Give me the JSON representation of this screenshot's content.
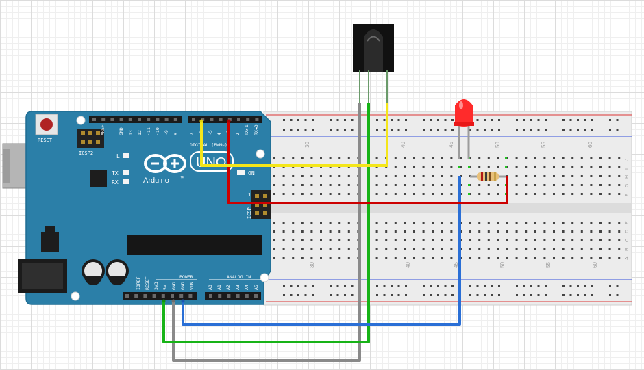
{
  "arduino": {
    "logo_text": "Arduino",
    "trademark": "™",
    "uno_text": "UNO",
    "reset_label": "RESET",
    "icsp2_label": "ICSP2",
    "icsp_label": "ICSP",
    "led_l_label": "L",
    "tx_label": "TX",
    "rx_label": "RX",
    "on_label": "ON",
    "icsp_pin1_label": "1",
    "digital_label": "DIGITAL (PWM~)",
    "power_label": "POWER",
    "analog_label": "ANALOG IN",
    "top_pin_labels": [
      "AREF",
      "GND",
      "13",
      "12",
      "~11",
      "~10",
      "~9",
      "8",
      "7",
      "~6",
      "~5",
      "4",
      "~3",
      "2",
      "TX►1",
      "RX◄0"
    ],
    "power_pin_labels": [
      "IOREF",
      "RESET",
      "3V3",
      "5V",
      "GND",
      "GND",
      "VIN"
    ],
    "analog_pin_labels": [
      "A0",
      "A1",
      "A2",
      "A3",
      "A4",
      "A5"
    ]
  },
  "breadboard": {
    "column_numbers": [
      "30",
      "40",
      "45",
      "50",
      "55",
      "60"
    ],
    "row_letters_top": [
      "J",
      "I",
      "H",
      "G",
      "F"
    ],
    "row_letters_bottom": [
      "E",
      "D",
      "C",
      "B",
      "A"
    ]
  },
  "wire_colors": {
    "signal": "#f4e61a",
    "power": "#cc0000",
    "ground_led": "#2a6fd6",
    "ground_sensor": "#17b317",
    "vcc_sensor": "#8a8a8a"
  }
}
